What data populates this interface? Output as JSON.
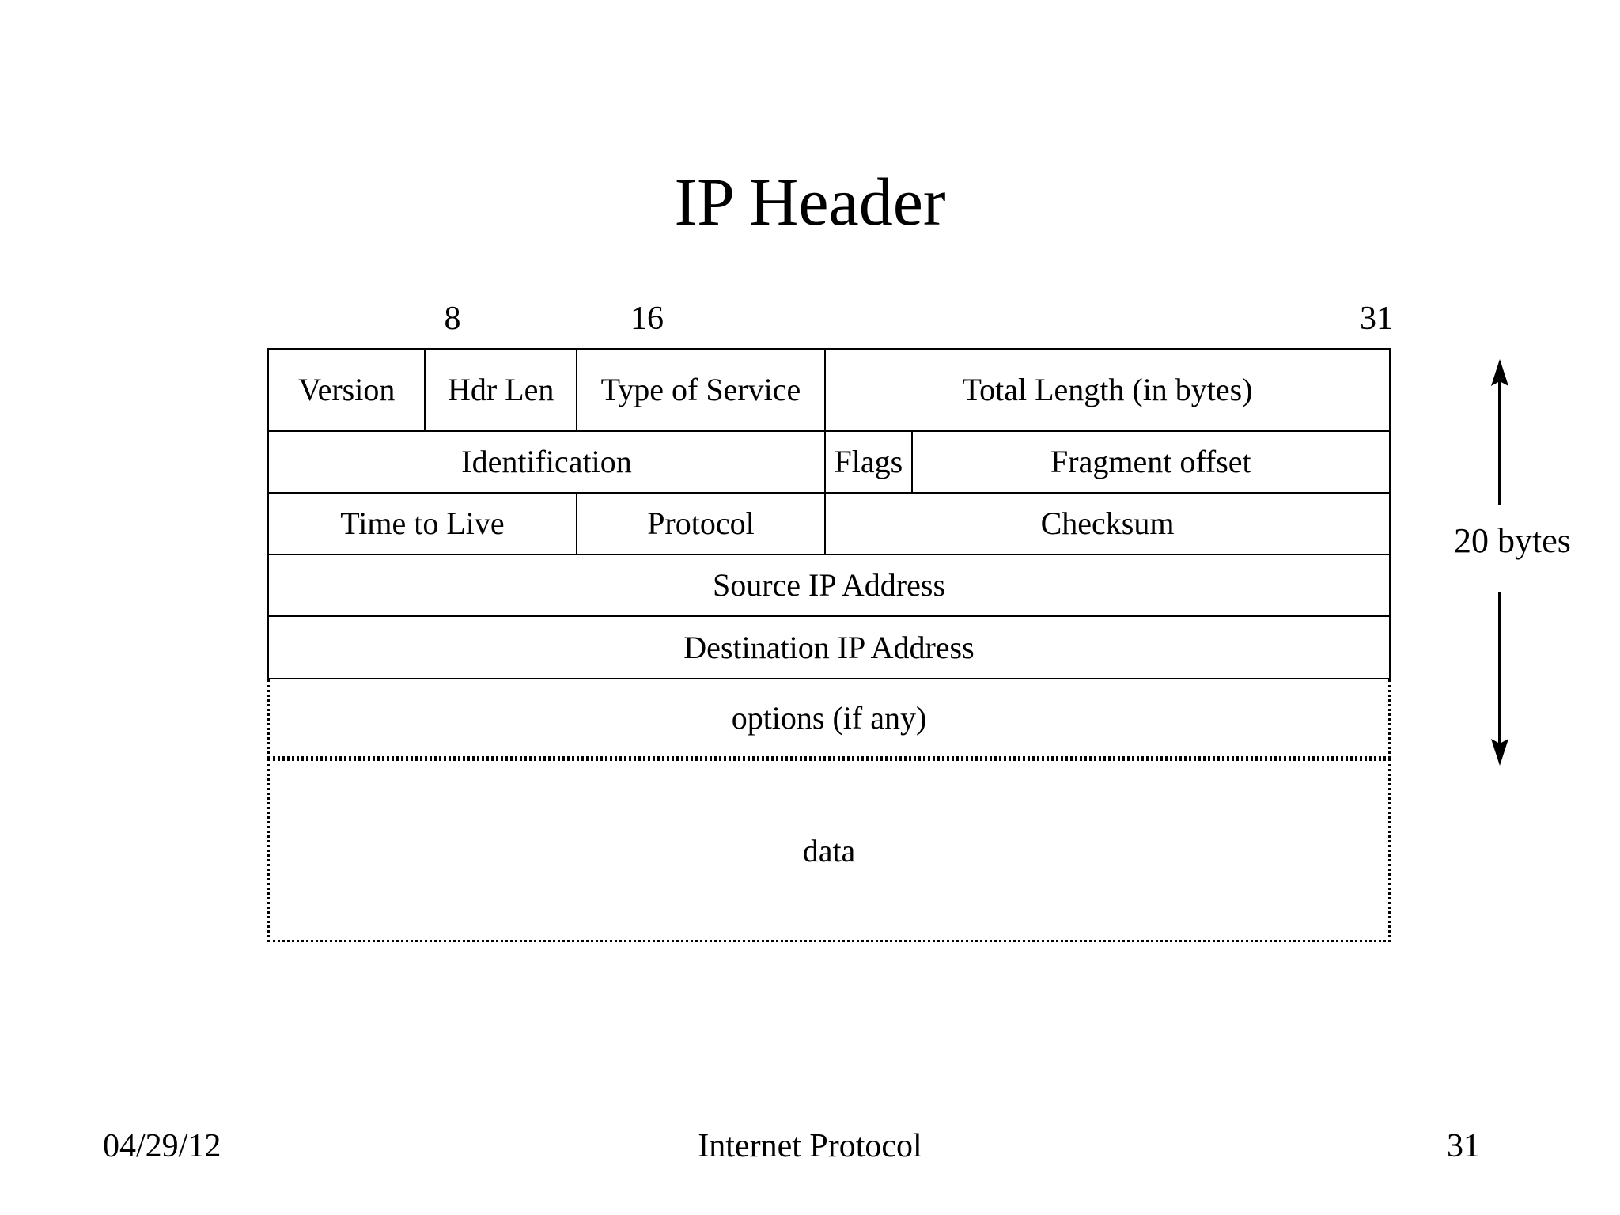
{
  "slide": {
    "title": "IP Header",
    "bit_ruler": {
      "labels": [
        "8",
        "16",
        "31"
      ]
    },
    "header_rows": [
      {
        "cells": [
          {
            "label": "Version"
          },
          {
            "label": "Hdr Len"
          },
          {
            "label": "Type of Service"
          },
          {
            "label": "Total Length (in bytes)"
          }
        ]
      },
      {
        "cells": [
          {
            "label": "Identification"
          },
          {
            "label": "Flags"
          },
          {
            "label": "Fragment offset"
          }
        ]
      },
      {
        "cells": [
          {
            "label": "Time to Live"
          },
          {
            "label": "Protocol"
          },
          {
            "label": "Checksum"
          }
        ]
      },
      {
        "cells": [
          {
            "label": "Source IP Address"
          }
        ]
      },
      {
        "cells": [
          {
            "label": "Destination IP Address"
          }
        ]
      }
    ],
    "optional_rows": [
      {
        "label": "options (if any)"
      },
      {
        "label": "data"
      }
    ],
    "measure": {
      "label": "20 bytes",
      "arrow": "double-headed-vertical-arrow"
    },
    "footer": {
      "date": "04/29/12",
      "center": "Internet Protocol",
      "page_number": "31"
    },
    "colors": {
      "ink": "#000000",
      "background": "#ffffff"
    }
  }
}
